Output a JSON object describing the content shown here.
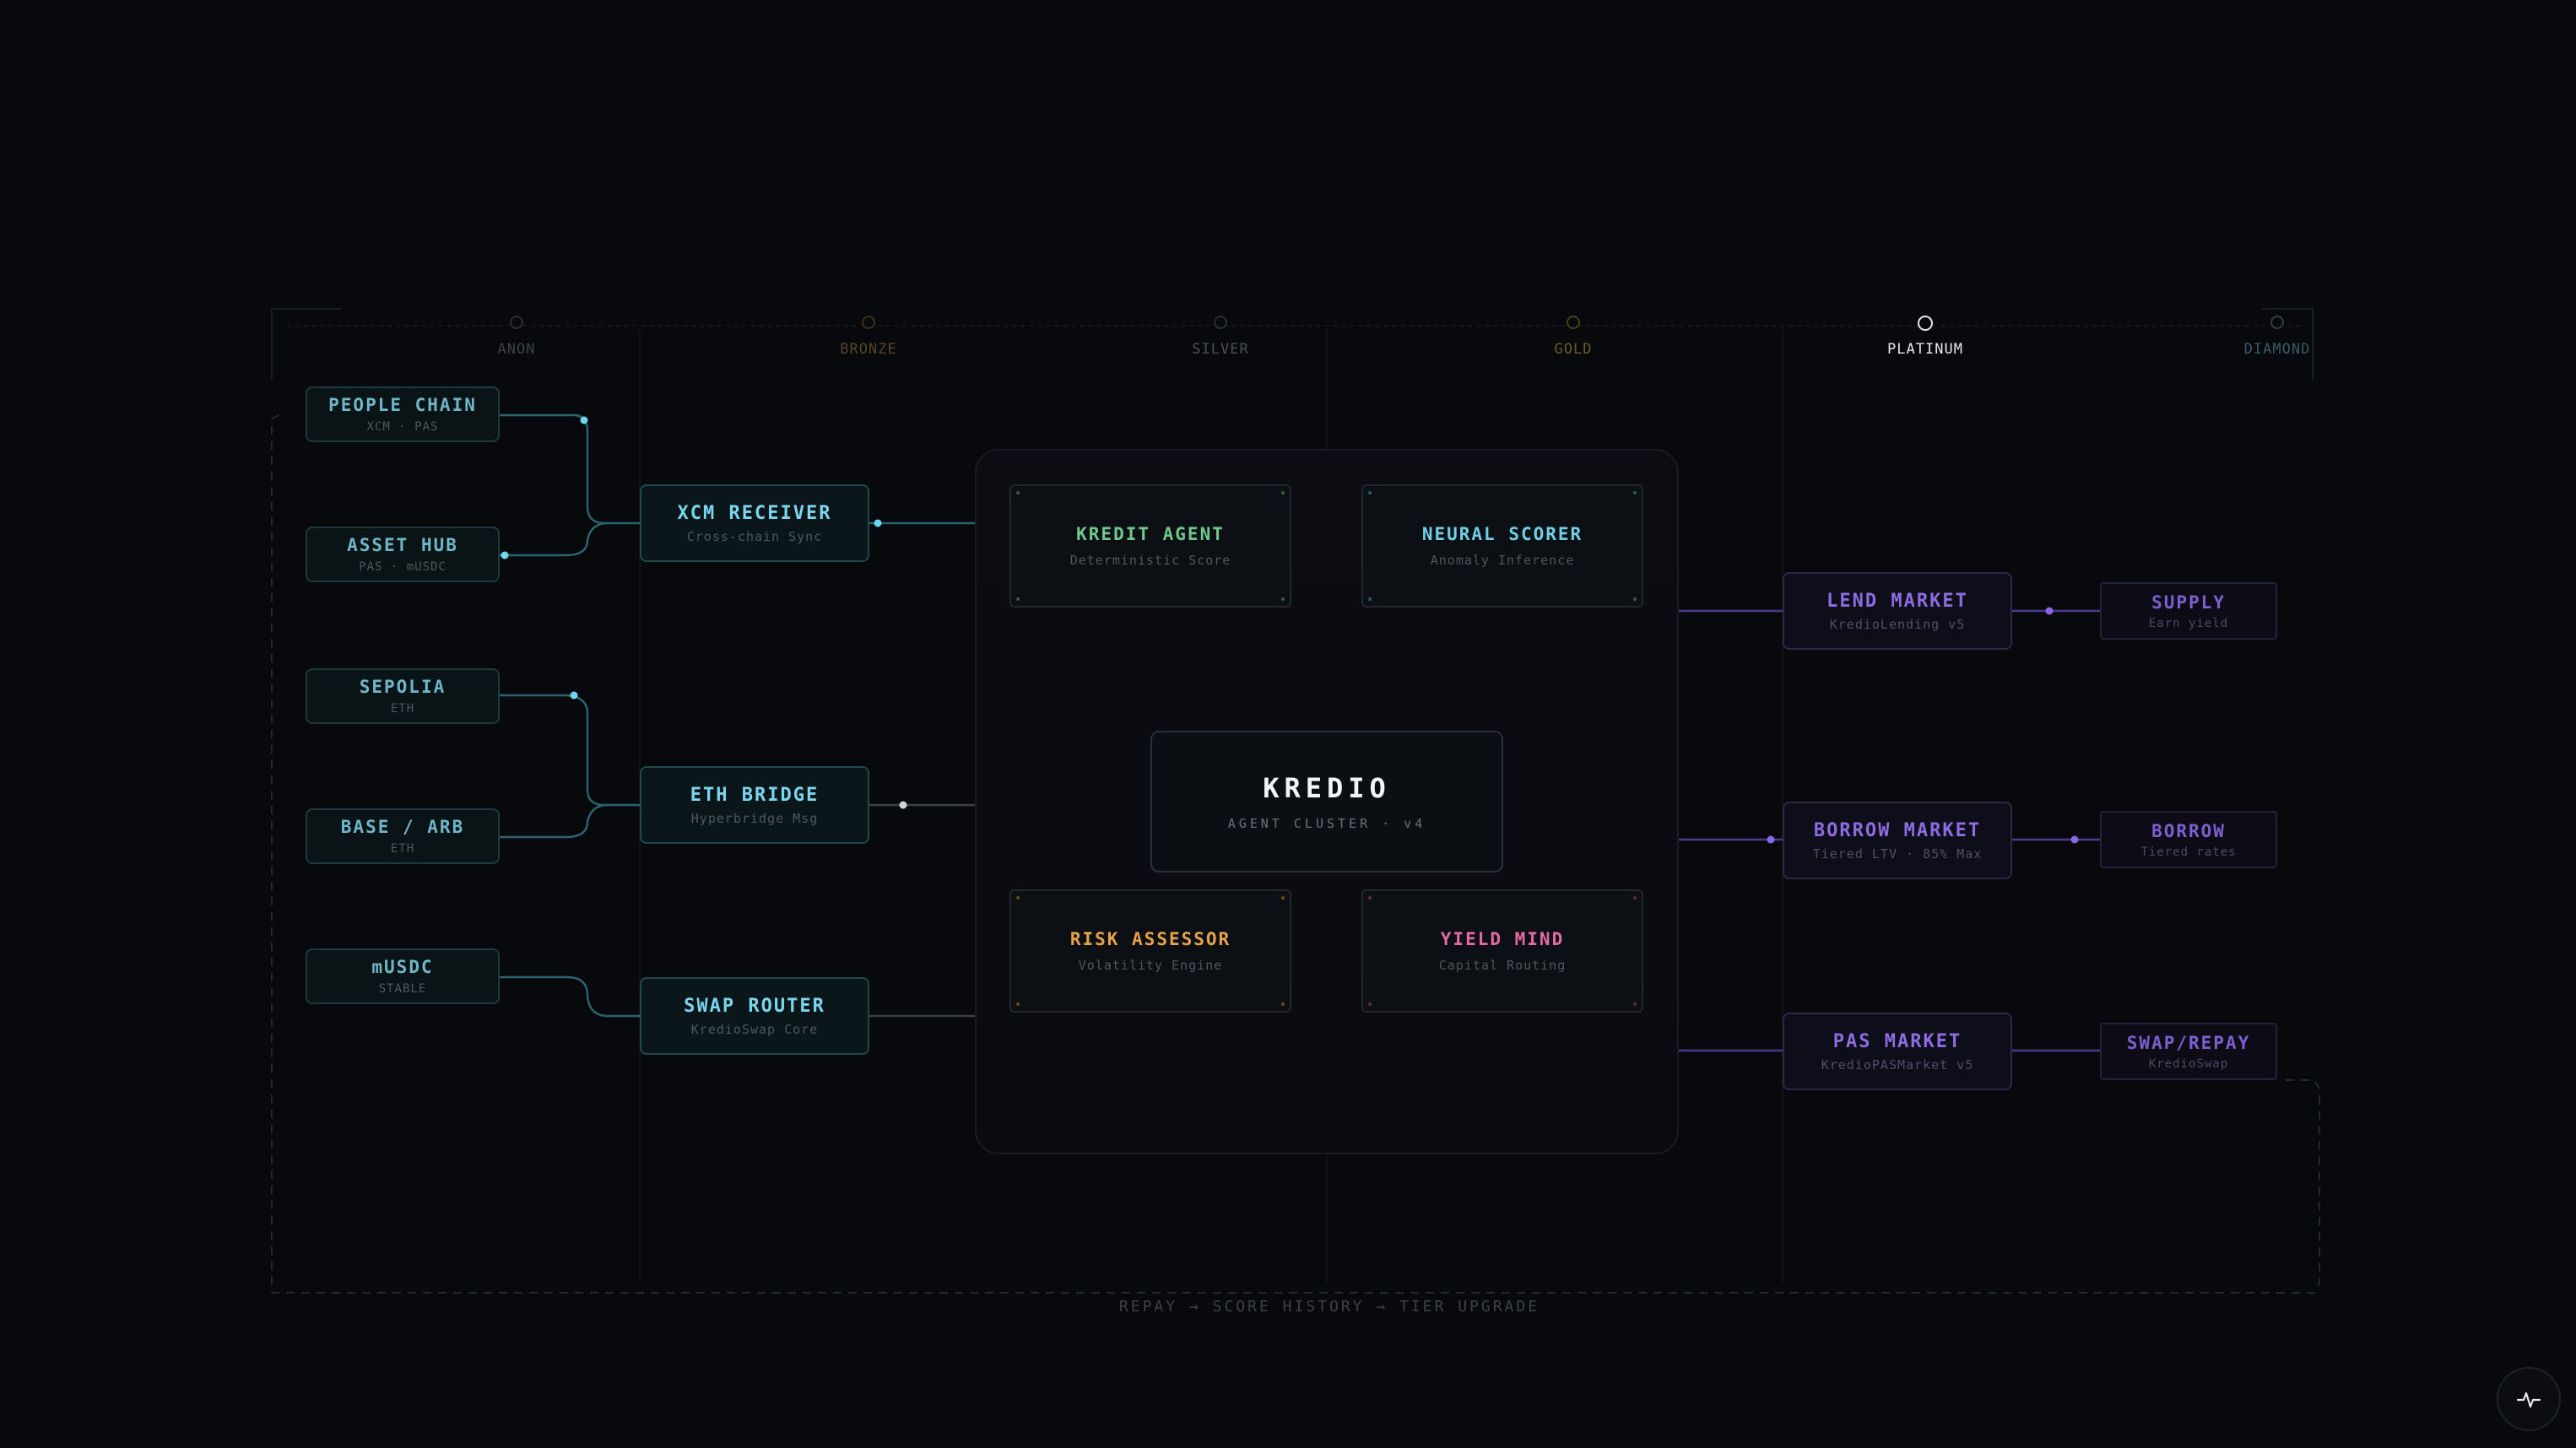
{
  "tiers": [
    {
      "label": "ANON",
      "color": "#3a4148"
    },
    {
      "label": "BRONZE",
      "color": "#5a4428"
    },
    {
      "label": "SILVER",
      "color": "#4a5258"
    },
    {
      "label": "GOLD",
      "color": "#6a5a2a"
    },
    {
      "label": "PLATINUM",
      "color": "#e6e9ec",
      "active": true
    },
    {
      "label": "DIAMOND",
      "color": "#3e5a66"
    }
  ],
  "sources": [
    {
      "title": "PEOPLE CHAIN",
      "sub": "XCM · PAS"
    },
    {
      "title": "ASSET HUB",
      "sub": "PAS · mUSDC"
    },
    {
      "title": "SEPOLIA",
      "sub": "ETH"
    },
    {
      "title": "BASE / ARB",
      "sub": "ETH"
    },
    {
      "title": "mUSDC",
      "sub": "STABLE"
    }
  ],
  "relays": [
    {
      "title": "XCM RECEIVER",
      "sub": "Cross-chain Sync"
    },
    {
      "title": "ETH BRIDGE",
      "sub": "Hyperbridge Msg"
    },
    {
      "title": "SWAP ROUTER",
      "sub": "KredioSwap Core"
    }
  ],
  "agents": [
    {
      "title": "KREDIT AGENT",
      "sub": "Deterministic Score",
      "color": "#72c98e"
    },
    {
      "title": "NEURAL SCORER",
      "sub": "Anomaly Inference",
      "color": "#6fd0e6"
    },
    {
      "title": "RISK ASSESSOR",
      "sub": "Volatility Engine",
      "color": "#e8a24a"
    },
    {
      "title": "YIELD MIND",
      "sub": "Capital Routing",
      "color": "#e26aa6"
    }
  ],
  "core": {
    "title": "KREDIO",
    "sub": "AGENT CLUSTER · v4"
  },
  "markets": [
    {
      "title": "LEND MARKET",
      "sub": "KredioLending v5"
    },
    {
      "title": "BORROW MARKET",
      "sub": "Tiered LTV · 85% Max"
    },
    {
      "title": "PAS MARKET",
      "sub": "KredioPASMarket v5"
    }
  ],
  "outputs": [
    {
      "title": "SUPPLY",
      "sub": "Earn yield"
    },
    {
      "title": "BORROW",
      "sub": "Tiered rates"
    },
    {
      "title": "SWAP/REPAY",
      "sub": "KredioSwap"
    }
  ],
  "footer": "REPAY → SCORE HISTORY → TIER UPGRADE",
  "icons": {
    "status": "pulse-icon"
  }
}
